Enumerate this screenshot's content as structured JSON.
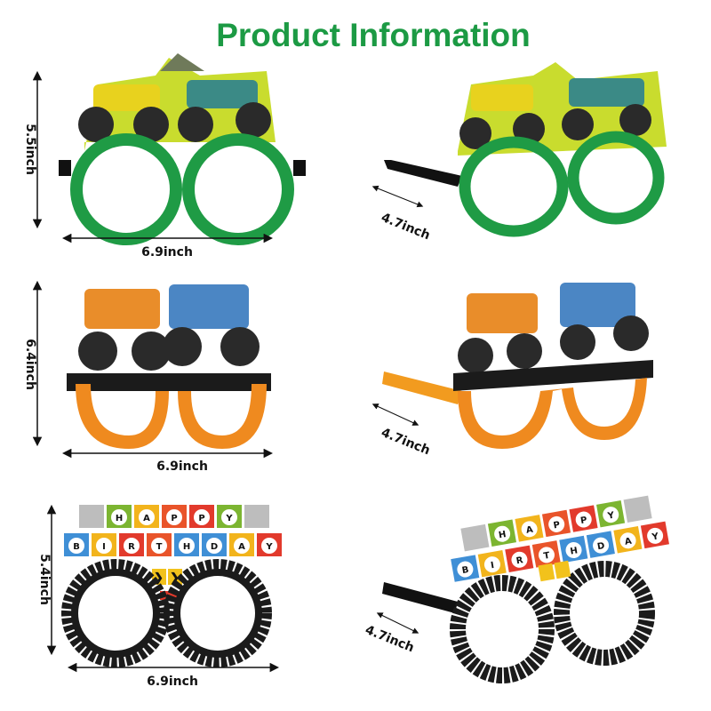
{
  "title": "Product Information",
  "colors": {
    "title": "#1c9a44",
    "green_frame": "#1f9b45",
    "orange_frame": "#ef8a1f",
    "tire": "#1b1b1b"
  },
  "products": [
    {
      "name": "green-monster-truck-glasses",
      "height_label": "5.5inch",
      "width_label": "6.9inch",
      "temple_label": "4.7inch"
    },
    {
      "name": "orange-monster-truck-glasses",
      "height_label": "6.4inch",
      "width_label": "6.9inch",
      "temple_label": "4.7inch"
    },
    {
      "name": "happy-birthday-tire-glasses",
      "height_label": "5.4inch",
      "width_label": "6.9inch",
      "temple_label": "4.7inch"
    }
  ],
  "banner": {
    "row1": [
      "H",
      "A",
      "P",
      "P",
      "Y"
    ],
    "row2": [
      "B",
      "I",
      "R",
      "T",
      "H",
      "D",
      "A",
      "Y"
    ],
    "row1_colors": [
      "#7cb531",
      "#f2b41c",
      "#e9542a",
      "#e23a2c",
      "#7cb531"
    ],
    "row2_colors": [
      "#3f8fd6",
      "#f2b41c",
      "#e23a2c",
      "#e9542a",
      "#3f8fd6",
      "#3f8fd6",
      "#f2b41c",
      "#e23a2c"
    ]
  }
}
